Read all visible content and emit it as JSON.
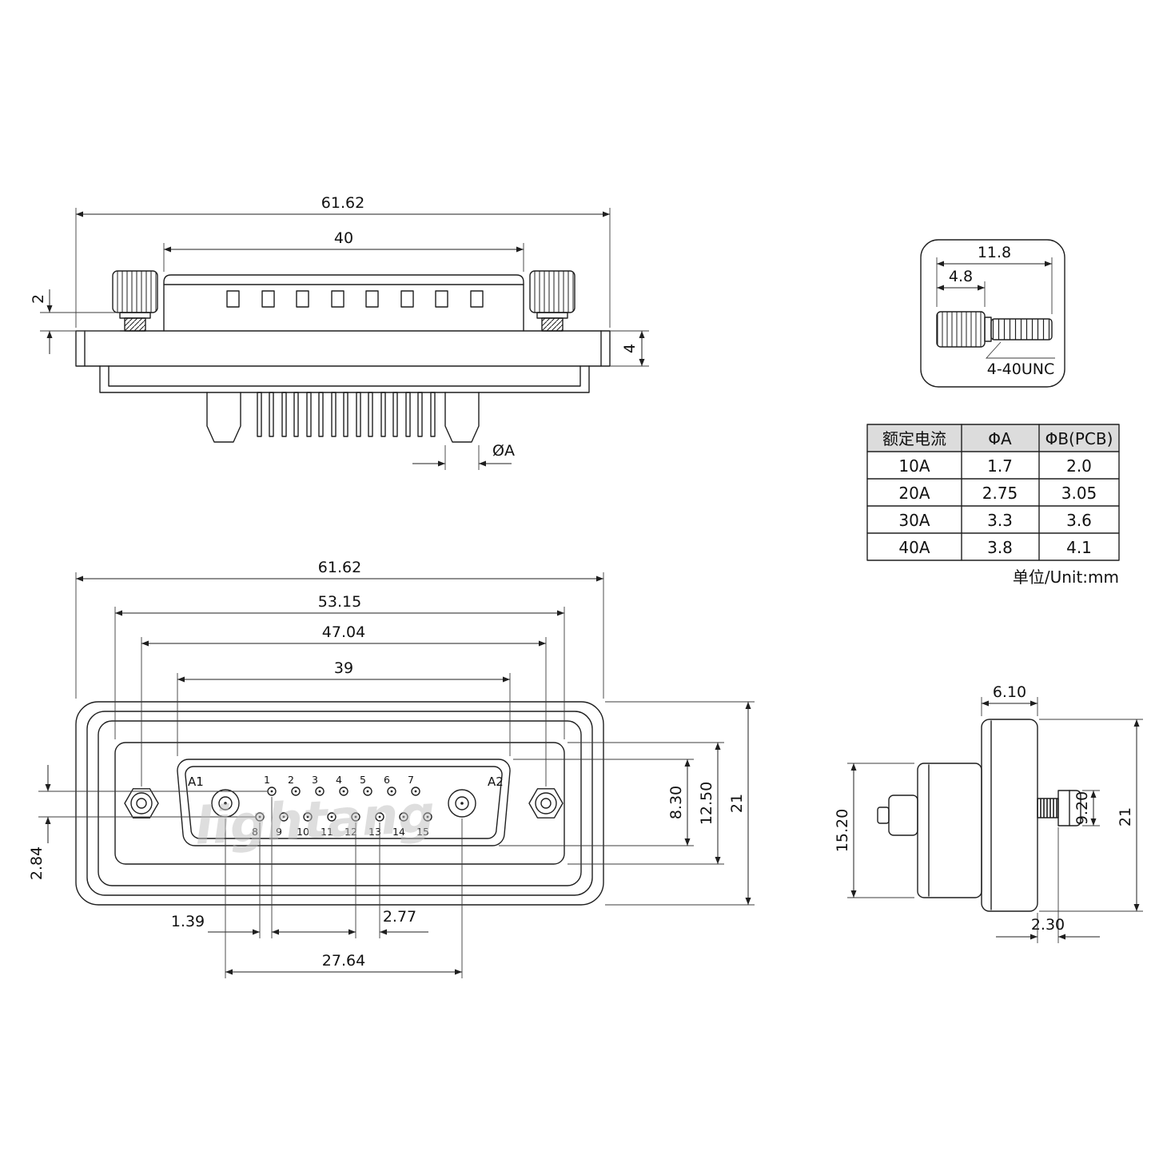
{
  "watermark": "lightang",
  "unit_note": "单位/Unit:mm",
  "table": {
    "headers": [
      "额定电流",
      "ΦA",
      "ΦB(PCB)"
    ],
    "rows": [
      [
        "10A",
        "1.7",
        "2.0"
      ],
      [
        "20A",
        "2.75",
        "3.05"
      ],
      [
        "30A",
        "3.3",
        "3.6"
      ],
      [
        "40A",
        "3.8",
        "4.1"
      ]
    ]
  },
  "top_view": {
    "dim_overall_width": "61.62",
    "dim_body_width": "40",
    "dim_washer_height": "2",
    "dim_flange_thickness": "4",
    "label_pin_diameter": "ØA"
  },
  "screw_detail": {
    "dim_total_length": "11.8",
    "dim_head_length": "4.8",
    "thread_spec": "4-40UNC"
  },
  "front_view": {
    "dim_overall_width": "61.62",
    "dim_step_width": "53.15",
    "dim_mount_spacing": "47.04",
    "dim_shell_width": "39",
    "dim_row_offset_v": "2.84",
    "dim_opening_height": "8.30",
    "dim_insert_height": "12.50",
    "dim_overall_height": "21",
    "dim_row_offset_h": "1.39",
    "dim_pin_pitch": "2.77",
    "dim_power_pin_span": "27.64",
    "label_a1": "A1",
    "label_a2": "A2",
    "pins_row1": [
      "1",
      "2",
      "3",
      "4",
      "5",
      "6",
      "7"
    ],
    "pins_row2": [
      "8",
      "9",
      "10",
      "11",
      "12",
      "13",
      "14",
      "15"
    ]
  },
  "side_view": {
    "dim_flange_width": "6.10",
    "dim_body_height": "15.20",
    "dim_screw_height": "9.20",
    "dim_overall_height": "21",
    "dim_plate_thickness": "2.30"
  }
}
